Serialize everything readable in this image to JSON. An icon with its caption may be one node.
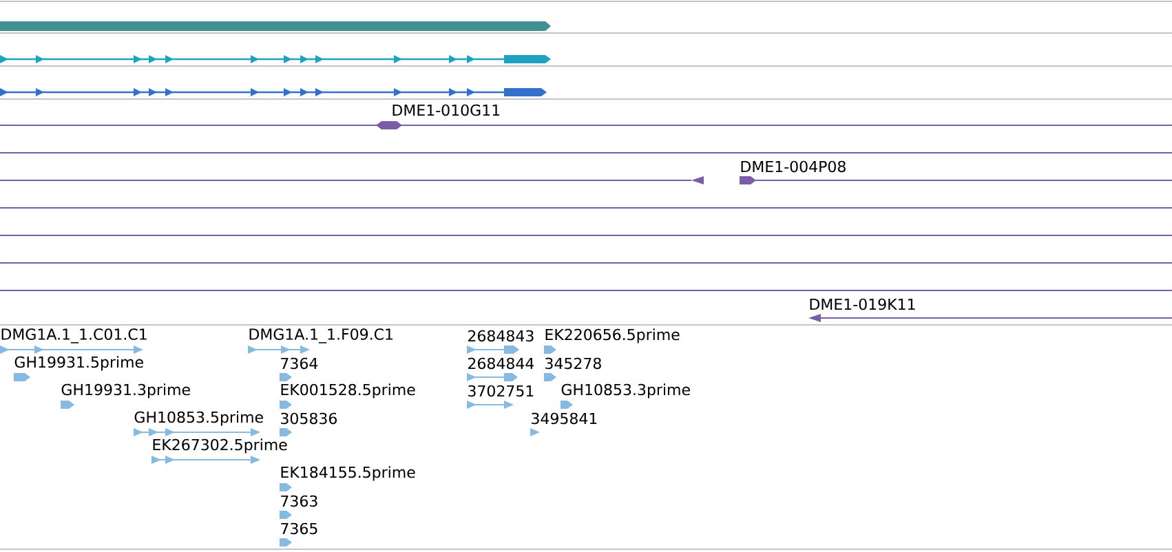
{
  "diagram": {
    "labels": [
      "DME1-010G11",
      "DME1-004P08",
      "DME1-019K11",
      "DMG1A.1_1.C01.C1",
      "DMG1A.1_1.F09.C1",
      "2684843",
      "EK220656.5prime",
      "GH19931.5prime",
      "7364",
      "2684844",
      "345278",
      "GH19931.3prime",
      "EK001528.5prime",
      "3702751",
      "GH10853.3prime",
      "GH10853.5prime",
      "305836",
      "3495841",
      "EK267302.5prime",
      "EK184155.5prime",
      "7363",
      "7365"
    ]
  }
}
